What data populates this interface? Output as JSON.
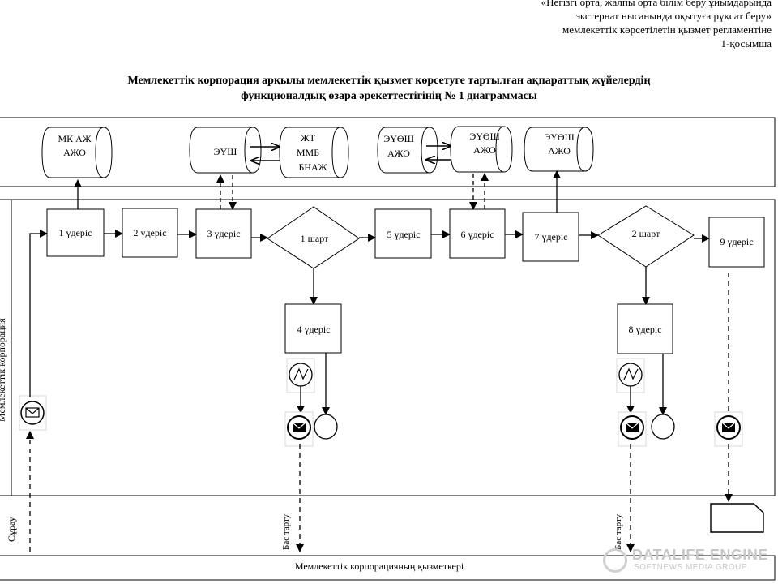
{
  "header": {
    "line1": "«Негізгі орта, жалпы орта білім беру ұйымдарында",
    "line2": "экстернат нысанында оқытуға рұқсат беру»",
    "line3": "мемлекеттік көрсетілетін қызмет регламентіне",
    "line4": "1-қосымша"
  },
  "title": {
    "line1": "Мемлекеттік корпорация арқылы мемлекеттік қызмет көрсетуге тартылған ақпараттық жүйелердің",
    "line2": "функционалдық өзара әрекеттестігінің № 1 диаграммасы"
  },
  "systems": {
    "mk": [
      "МК АЖ",
      "АЖО"
    ],
    "eush": [
      "ЭҮШ"
    ],
    "zht": [
      "ЖТ",
      "ММБ",
      "БНАЖ"
    ],
    "euosh1": [
      "ЭҮӨШ",
      "АЖО"
    ],
    "euosh2": [
      "ЭҮӨШ",
      "АЖО"
    ],
    "euosh3": [
      "ЭҮӨШ",
      "АЖО"
    ]
  },
  "steps": {
    "s1": "1 үдеріс",
    "s2": "2 үдеріс",
    "s3": "3 үдеріс",
    "s4": "4 үдеріс",
    "s5": "5 үдеріс",
    "s6": "6 үдеріс",
    "s7": "7 үдеріс",
    "s8": "8 үдеріс",
    "s9": "9 үдеріс",
    "c1": "1 шарт",
    "c2": "2 шарт"
  },
  "lanes": {
    "corp_partial": "Мемлекеттік корпорация",
    "request": "Сұрау",
    "refusal1": "Бас тарту",
    "refusal2": "Бас тарту",
    "employee": "Мемлекеттік корпорацияның қызметкері"
  },
  "watermark": {
    "brand": "DATALIFE ENGINE",
    "sub": "SOFTNEWS MEDIA GROUP"
  }
}
